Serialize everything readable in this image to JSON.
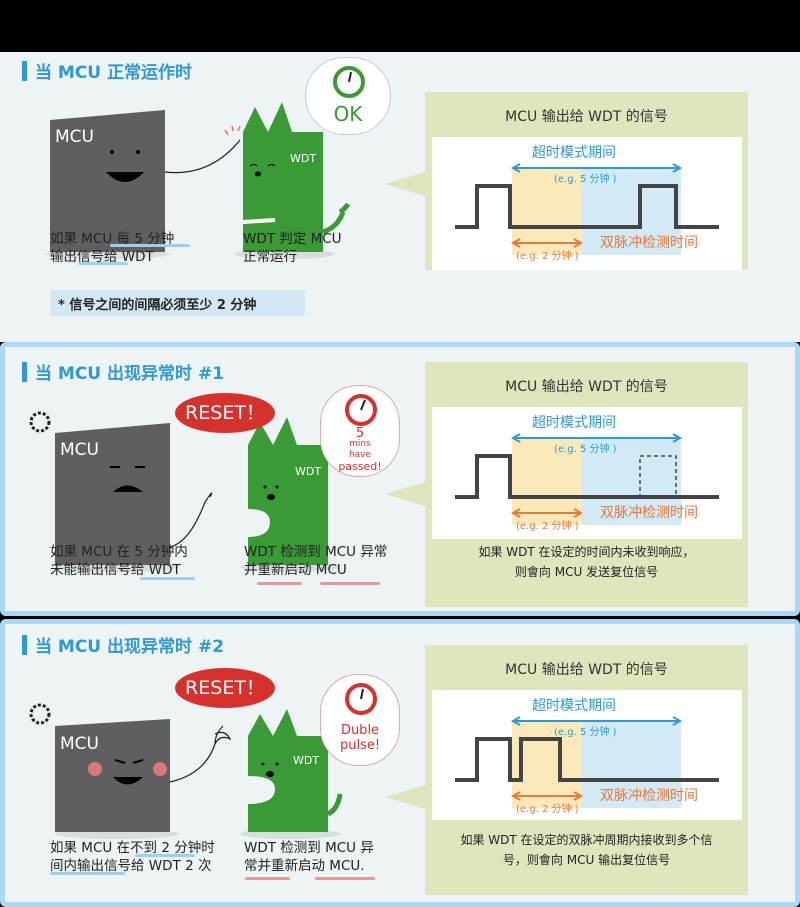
{
  "panels": [
    {
      "title": "当 MCU 正常运作时",
      "mcu_label": "MCU",
      "wdt_label": "WDT",
      "bubble": "OK",
      "caption_left": [
        "如果 MCU 每 5 分钟",
        "输出信号给 WDT"
      ],
      "caption_right": [
        "WDT 判定 MCU",
        "正常运行"
      ],
      "note": "* 信号之间的间隔必须至少 2 分钟"
    },
    {
      "title": "当 MCU 出现异常时 #1",
      "mcu_label": "MCU",
      "wdt_label": "WDT",
      "reset": "RESET！",
      "bubble": [
        "5",
        "mins",
        "have",
        "passed!"
      ],
      "caption_left": [
        "如果 MCU 在 5 分钟内",
        "未能输出信号给 WDT"
      ],
      "caption_right": [
        "WDT 检测到 MCU 异常",
        "并重新启动 MCU"
      ],
      "explain": [
        "如果 WDT 在设定的时间内未收到响应，",
        "则會向 MCU 发送复位信号"
      ]
    },
    {
      "title": "当 MCU 出现异常时 #2",
      "mcu_label": "MCU",
      "wdt_label": "WDT",
      "reset": "RESET！",
      "bubble": [
        "Duble",
        "pulse!"
      ],
      "caption_left": [
        "如果 MCU 在不到 2 分钟时",
        "间内输出信号给 WDT 2 次"
      ],
      "caption_right": [
        "WDT 检测到 MCU 异",
        "常并重新启动 MCU."
      ],
      "explain": [
        "如果 WDT 在设定的双脉冲周期内接收到多个信",
        "号，则會向 MCU 输出复位信号"
      ]
    }
  ],
  "signal": {
    "title": "MCU 输出给 WDT 的信号",
    "timeout_label": "超时模式期间",
    "timeout_example": "(e.g. 5 分钟 )",
    "double_label": "双脉冲检测时间",
    "double_example": "(e.g. 2 分钟 )"
  },
  "colors": {
    "accent": "#2d9ad6",
    "wdt_green": "#3a9a35",
    "mcu_grey": "#5f5f61",
    "reset_red": "#d6312c",
    "orange": "#e8793a",
    "box": "#dfe6bd"
  }
}
